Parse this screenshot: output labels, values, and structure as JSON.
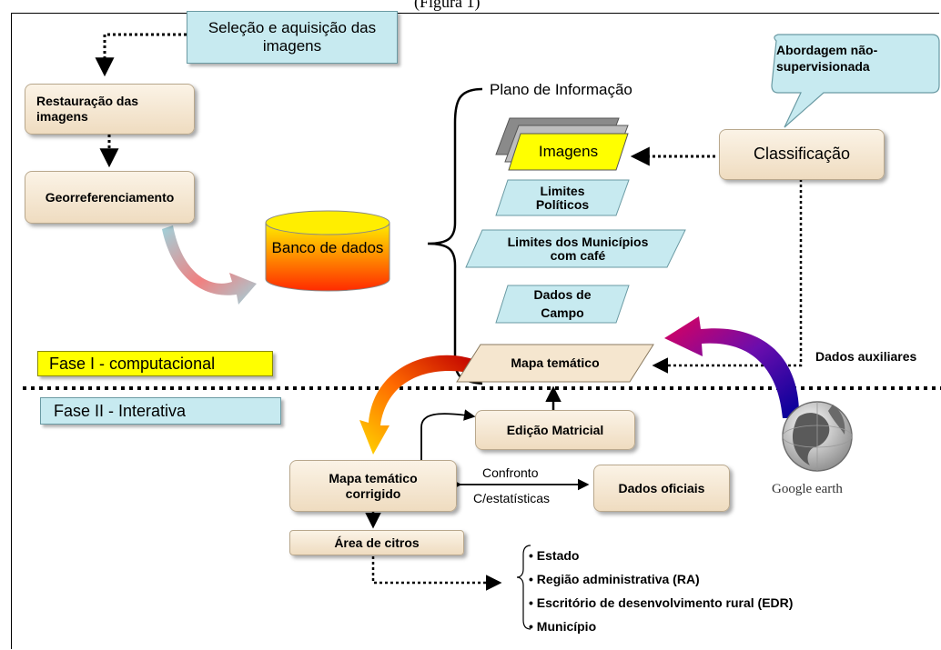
{
  "caption": "(Figura 1)",
  "boxes": {
    "selecao": "Seleção e aquisição das imagens",
    "restauracao": "Restauração das imagens",
    "georref": "Georreferenciamento",
    "banco": "Banco de dados",
    "plano": "Plano de Informação",
    "imagens": "Imagens",
    "limites_politicos": "Limites Políticos",
    "limites_municipios": "Limites dos Municípios com café",
    "dados_campo": "Dados de Campo",
    "abordagem": "Abordagem não-supervisionada",
    "classificacao": "Classificação",
    "mapa_tematico": "Mapa temático",
    "dados_auxiliares": "Dados auxiliares",
    "fase1": "Fase I - computacional",
    "fase2": "Fase II - Interativa",
    "edicao": "Edição Matricial",
    "mapa_corrigido": "Mapa temático corrigido",
    "confronto": "Confronto",
    "estatisticas": "C/estatísticas",
    "dados_oficiais": "Dados oficiais",
    "google_earth": "Google earth",
    "area_citros": "Área de citros"
  },
  "levels": [
    "Estado",
    "Região administrativa (RA)",
    "Escritório de desenvolvimento rural (EDR)",
    "Município"
  ],
  "colors": {
    "cyan_box": "#c7eaf0",
    "beige_box": "#f5e6cf",
    "yellow_layer": "#ffff00",
    "banco_gradient_top": "#ffee00",
    "banco_gradient_bottom": "#ff2000"
  }
}
